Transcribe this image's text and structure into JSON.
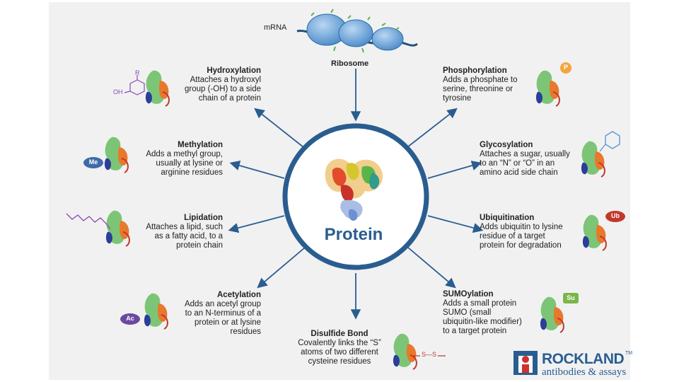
{
  "top": {
    "mrna_label": "mRNA",
    "ribosome_label": "Ribosome"
  },
  "center": {
    "title": "Protein"
  },
  "modifications": {
    "hydroxylation": {
      "title": "Hydroxylation",
      "lines": [
        "Attaches a hydroxyl",
        "group (-OH)  to a side",
        "chain of a protein"
      ],
      "mol_labels": [
        "R",
        "OH"
      ]
    },
    "methylation": {
      "title": "Methylation",
      "lines": [
        "Adds a methyl group,",
        "usually at lysine or",
        "arginine residues"
      ],
      "badge": "Me"
    },
    "lipidation": {
      "title": "Lipidation",
      "lines": [
        "Attaches a lipid, such",
        "as a fatty acid, to a",
        "protein chain"
      ]
    },
    "acetylation": {
      "title": "Acetylation",
      "lines": [
        "Adds an acetyl group",
        "to an N-terminus of a",
        "protein or at lysine",
        "residues"
      ],
      "badge": "Ac"
    },
    "disulfide": {
      "title": "Disulfide Bond",
      "lines": [
        "Covalently links the “S”",
        "atoms of two different",
        "cysteine residues"
      ],
      "bond_label": "S—S"
    },
    "sumoylation": {
      "title": "SUMOylation",
      "lines": [
        "Adds a small protein",
        "SUMO (small",
        "ubiquitin-like modifier)",
        "to a target protein"
      ],
      "badge": "Su"
    },
    "ubiquitination": {
      "title": "Ubiquitination",
      "lines": [
        "Adds ubiquitin to lysine",
        "residue of a target",
        "protein for degradation"
      ],
      "badge": "Ub"
    },
    "glycosylation": {
      "title": "Glycosylation",
      "lines": [
        "Attaches a sugar, usually",
        "to an “N” or “O” in an",
        "amino acid side chain"
      ]
    },
    "phosphorylation": {
      "title": "Phosphorylation",
      "lines": [
        "Adds a phosphate to",
        "serine, threonine or",
        "tyrosine"
      ],
      "badge": "P"
    }
  },
  "logo": {
    "name": "ROCKLAND",
    "tm": "TM",
    "tagline": "antibodies & assays"
  },
  "colors": {
    "accent": "#2a5d8f",
    "ribosome": "#5b9bd5",
    "panel": "#f1f1f2"
  }
}
